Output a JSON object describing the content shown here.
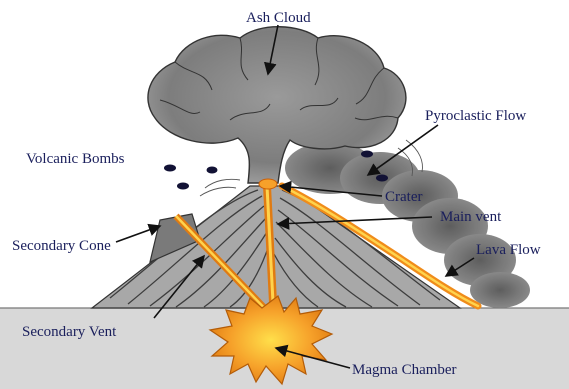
{
  "labels": {
    "ash_cloud": "Ash Cloud",
    "pyroclastic_flow": "Pyroclastic Flow",
    "volcanic_bombs": "Volcanic Bombs",
    "crater": "Crater",
    "main_vent": "Main vent",
    "secondary_cone": "Secondary Cone",
    "lava_flow": "Lava Flow",
    "secondary_vent": "Secondary Vent",
    "magma_chamber": "Magma Chamber"
  },
  "colors": {
    "label_text": "#1a1f5c",
    "ash": "#8a8a8a",
    "ash_dark": "#5f5f5f",
    "cone": "#a9a9a9",
    "cone_stripe": "#444444",
    "ground": "#d9d9d9",
    "lava": "#f5a623",
    "lava_core": "#ffd34d",
    "bomb": "#111133"
  }
}
